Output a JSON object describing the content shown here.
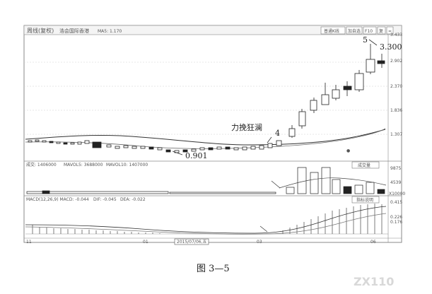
{
  "header": {
    "title": "周线(复权)",
    "subtitle": "浩会国际香港",
    "indicator": "MA5: 1.170",
    "buttons": [
      "普通K线",
      "加自选",
      "F10",
      "复"
    ]
  },
  "price_axis": {
    "top_label": "3.433",
    "ticks": [
      "2.902",
      "2.370",
      "1.836",
      "1.307"
    ]
  },
  "annotations": {
    "high_price": "3.300",
    "high_marker": "5",
    "low_price": "0.901",
    "wave_marker": "4",
    "note": "力挽狂澜"
  },
  "volume_panel": {
    "label": "成交: 1406000",
    "ma5": "MAVOL5: 3688000",
    "ma10": "MAVOL10: 1407000",
    "button": "成交量",
    "ticks": [
      "9875",
      "4539",
      "X10000"
    ]
  },
  "macd_panel": {
    "label": "MACD(12,26,9) MACD: -0.044",
    "dif": "DIF: -0.045",
    "dea": "DEA: -0.022",
    "button": "指标说明",
    "ticks": [
      "0.415",
      "0.226",
      "0.176"
    ]
  },
  "time_axis": {
    "labels": [
      "11",
      "01",
      "2015/07/06,五",
      "03",
      "06"
    ]
  },
  "caption": "图 3—5",
  "watermark": "ZX110",
  "colors": {
    "frame": "#8a8a8a",
    "candle_up": "#ffffff",
    "candle_down": "#222222",
    "grid": "#cfcfcf"
  }
}
